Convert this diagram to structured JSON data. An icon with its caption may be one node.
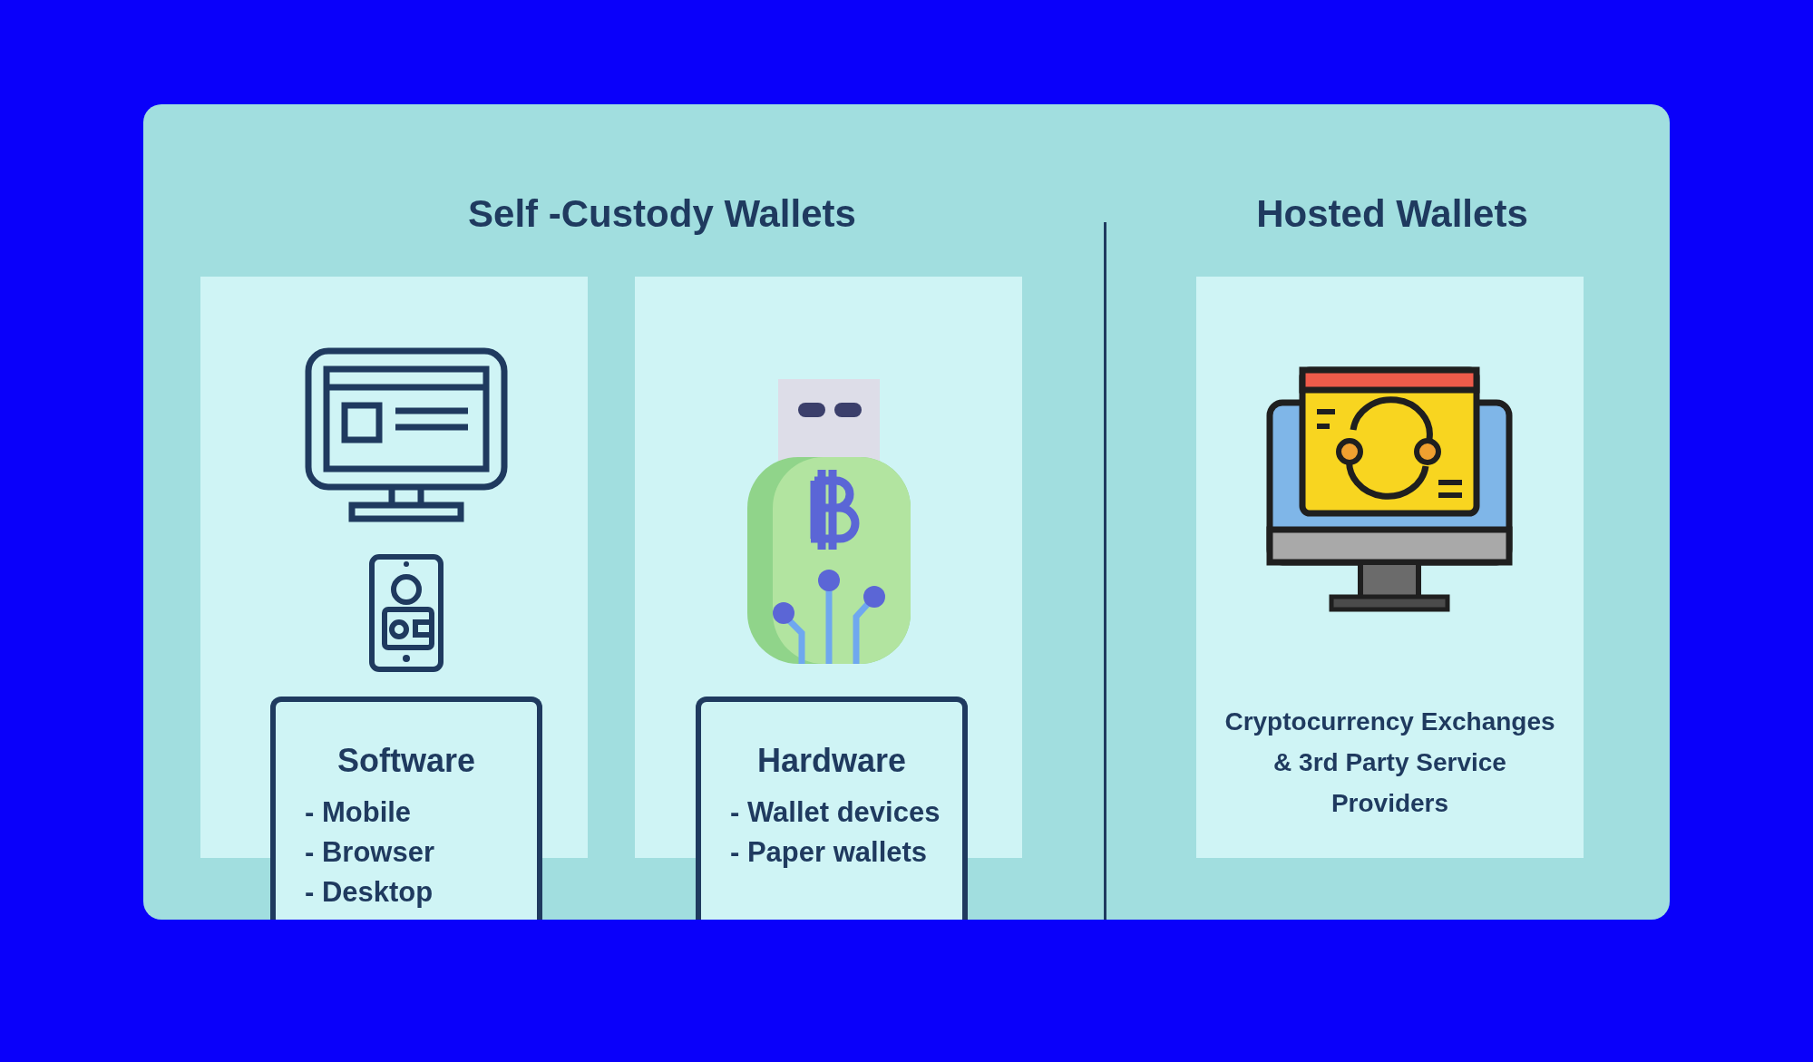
{
  "diagram": {
    "nodes": [
      {
        "text": [
          "Software",
          "- Mobile",
          "- Browser",
          "- Desktop"
        ]
      },
      {
        "text": [
          "Hardware",
          "- Wallet devices",
          "- Paper wallets"
        ]
      },
      {
        "text": [
          "Cryptocurrency Exchanges & 3rd Party Service Providers"
        ]
      }
    ],
    "edges": [],
    "labels": [
      "Self -Custody Wallets",
      "Hosted Wallets"
    ]
  }
}
